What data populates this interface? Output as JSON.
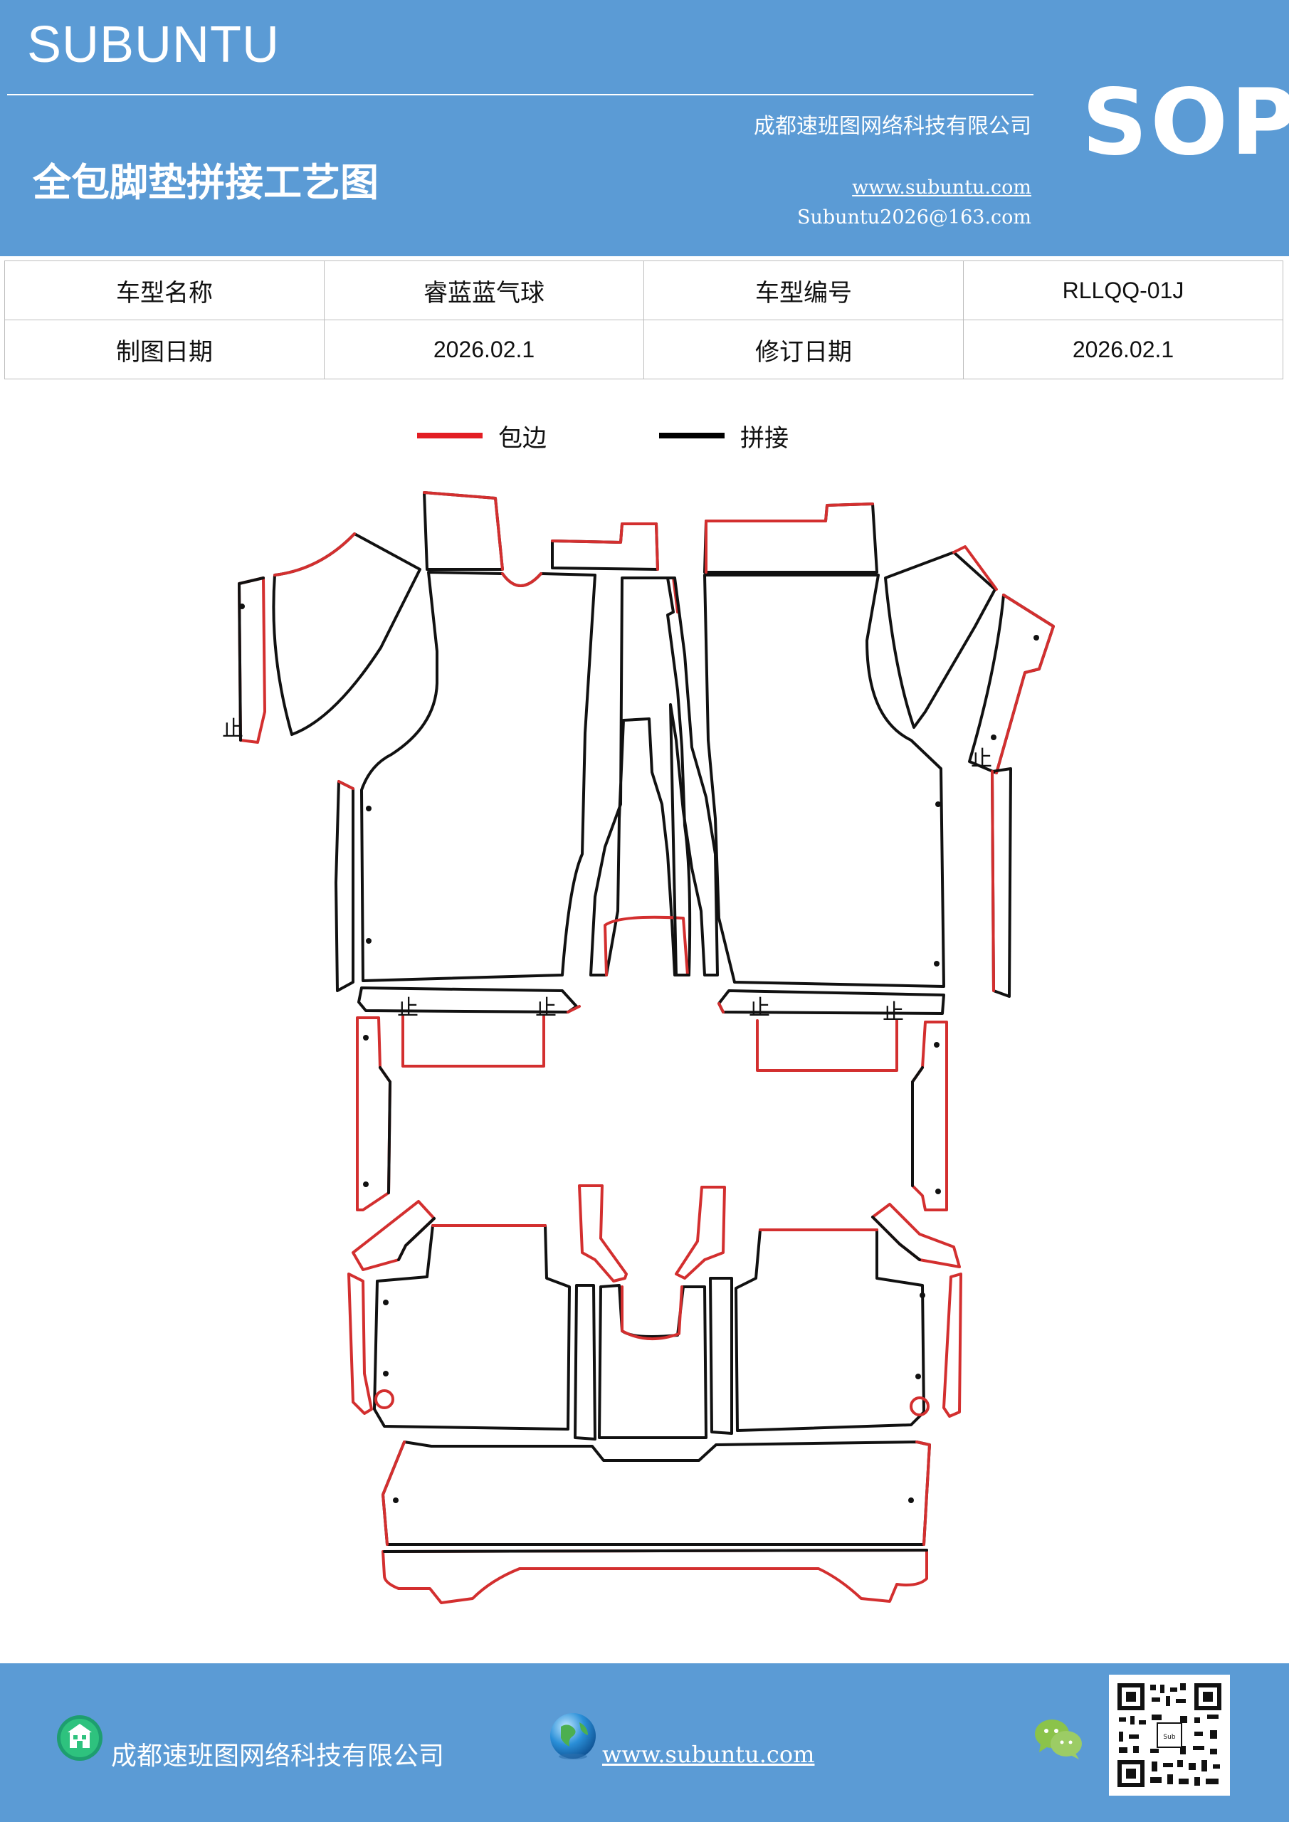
{
  "header": {
    "brand": "SUBUNTU",
    "doc_title": "全包脚垫拼接工艺图",
    "company": "成都速班图网络科技有限公司",
    "website": "www.subuntu.com",
    "email": "Subuntu2026@163.com",
    "badge": "SOP",
    "color": "#5b9bd5"
  },
  "info_table": [
    [
      "车型名称",
      "睿蓝蓝气球",
      "车型编号",
      "RLLQQ-01J"
    ],
    [
      "制图日期",
      "2026.02.1",
      "修订日期",
      "2026.02.1"
    ]
  ],
  "legend": [
    {
      "label": "包边",
      "color": "#e31e24"
    },
    {
      "label": "拼接",
      "color": "#000000"
    }
  ],
  "diagram": {
    "stop_mark": "止",
    "edge_color": "#d32f2f",
    "seam_color": "#111111"
  },
  "footer": {
    "company": "成都速班图网络科技有限公司",
    "website": "www.subuntu.com",
    "icons": [
      "building-icon",
      "globe-icon",
      "wechat-icon",
      "qr-code-icon"
    ]
  }
}
